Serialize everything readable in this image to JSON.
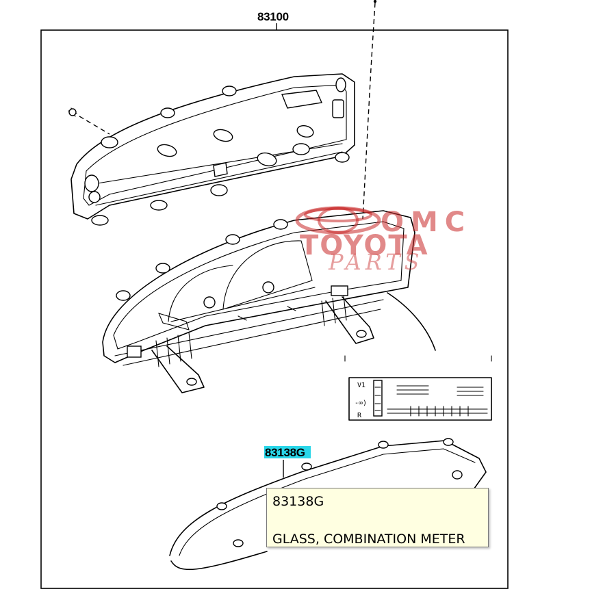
{
  "parts": {
    "assembly_number": "83100",
    "highlighted_number": "83138G"
  },
  "tooltip": {
    "code": "83138G",
    "name": "GLASS, COMBINATION METER"
  },
  "watermark": {
    "line1": "OMC",
    "line2": "TOYOTA",
    "line3": "PARTS"
  },
  "colors": {
    "highlight": "#29d6e8",
    "tooltip_background": "#ffffe1",
    "watermark": "#c82828"
  }
}
